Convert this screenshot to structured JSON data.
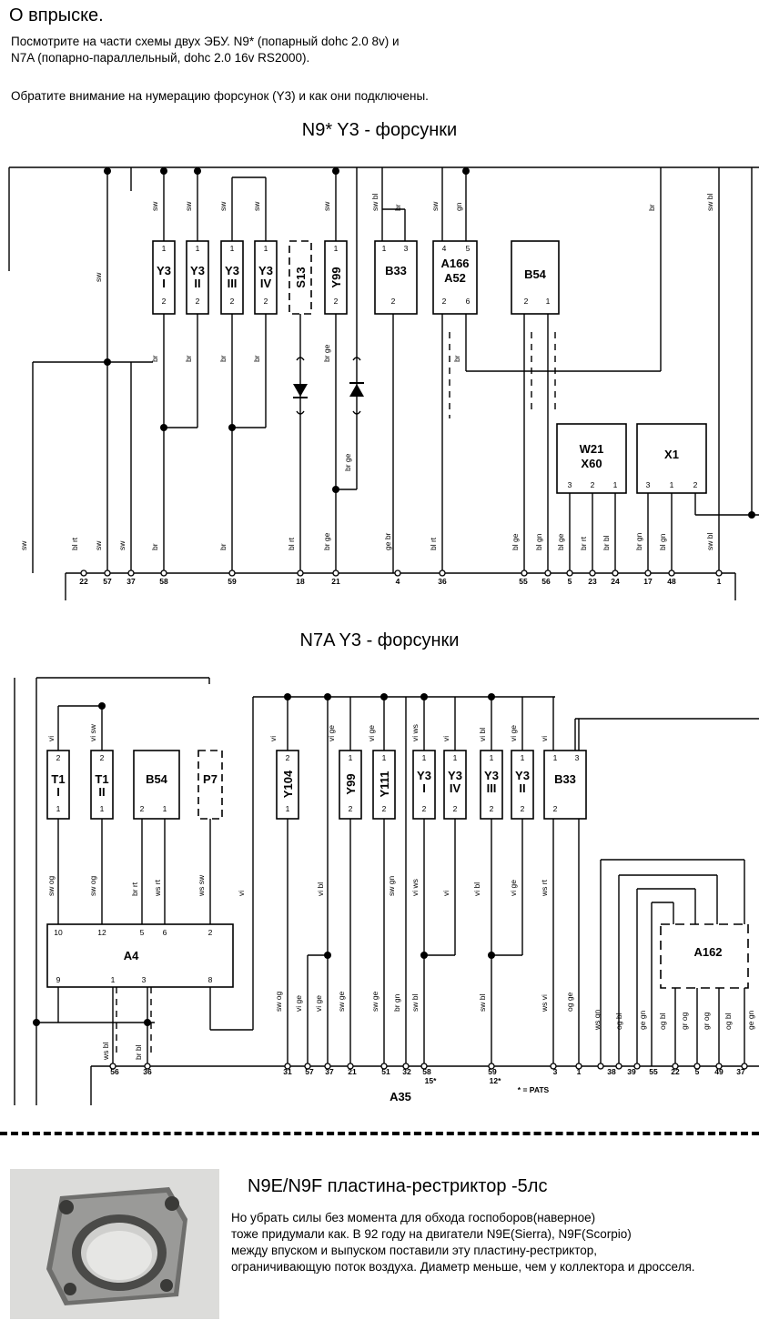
{
  "page": {
    "title": "О впрыске.",
    "intro_line1": "Посмотрите на части схемы двух ЭБУ.  N9* (попарный dohc 2.0 8v) и",
    "intro_line2": "N7A (попарно-параллельный, dohc 2.0 16v RS2000).",
    "intro_line3": "Обратите внимание на нумерацию форсунок (Y3) и как они подключены."
  },
  "diagram1": {
    "title": "N9*  Y3 - форсунки",
    "components": [
      {
        "label": "Y3\nI",
        "pins": [
          "1",
          "2"
        ]
      },
      {
        "label": "Y3\nII",
        "pins": [
          "1",
          "2"
        ]
      },
      {
        "label": "Y3\nIII",
        "pins": [
          "1",
          "2"
        ]
      },
      {
        "label": "Y3\nIV",
        "pins": [
          "1",
          "2"
        ]
      },
      {
        "label": "S13",
        "pins": []
      },
      {
        "label": "Y99",
        "pins": [
          "1",
          "2"
        ]
      },
      {
        "label": "B33",
        "pins": [
          "1",
          "3",
          "2"
        ]
      },
      {
        "label": "A166\nA52",
        "pins": [
          "4",
          "5",
          "2",
          "6"
        ]
      },
      {
        "label": "B54",
        "pins": [
          "2",
          "1"
        ]
      },
      {
        "label": "W21\nX60",
        "pins": [
          "3",
          "2",
          "1"
        ]
      },
      {
        "label": "X1",
        "pins": [
          "3",
          "1",
          "2"
        ]
      }
    ],
    "top_wire_labels": [
      "sw",
      "sw",
      "sw",
      "sw",
      "sw",
      "sw bl",
      "br",
      "sw",
      "gn",
      "br",
      "sw bl"
    ],
    "mid_wire_labels": [
      "sw",
      "br",
      "br",
      "br",
      "br",
      "br ge",
      "br",
      "br ge"
    ],
    "bottom_wire_labels": [
      "sw",
      "bl rt",
      "sw",
      "sw",
      "br",
      "br",
      "bl rt",
      "br ge",
      "ge br",
      "bl rt",
      "bl ge",
      "bl gn",
      "bl ge",
      "br rt",
      "br bl",
      "br gn",
      "bl gn",
      "sw bl"
    ],
    "connector_pins": [
      "22",
      "57",
      "37",
      "58",
      "59",
      "18",
      "21",
      "4",
      "36",
      "55",
      "56",
      "5",
      "23",
      "24",
      "17",
      "48",
      "1"
    ]
  },
  "diagram2": {
    "title": "N7A Y3 - форсунки",
    "components": [
      {
        "label": "T1\nI",
        "pins": [
          "2",
          "1"
        ]
      },
      {
        "label": "T1\nII",
        "pins": [
          "2",
          "1"
        ]
      },
      {
        "label": "B54",
        "pins": [
          "2",
          "1"
        ]
      },
      {
        "label": "P7",
        "pins": []
      },
      {
        "label": "Y104",
        "pins": [
          "2",
          "1"
        ]
      },
      {
        "label": "Y99",
        "pins": [
          "1",
          "2"
        ]
      },
      {
        "label": "Y111",
        "pins": [
          "1",
          "2"
        ]
      },
      {
        "label": "Y3\nI",
        "pins": [
          "1",
          "2"
        ]
      },
      {
        "label": "Y3\nIV",
        "pins": [
          "1",
          "2"
        ]
      },
      {
        "label": "Y3\nIII",
        "pins": [
          "1",
          "2"
        ]
      },
      {
        "label": "Y3\nII",
        "pins": [
          "1",
          "2"
        ]
      },
      {
        "label": "B33",
        "pins": [
          "1",
          "3",
          "2"
        ]
      },
      {
        "label": "A4",
        "pins": [
          "10",
          "12",
          "5",
          "6",
          "2",
          "9",
          "1",
          "3",
          "8"
        ]
      },
      {
        "label": "A162",
        "pins": []
      }
    ],
    "top_wire_labels": [
      "vi",
      "vi sw",
      "vi",
      "vi ge",
      "vi ge",
      "vi ws",
      "vi",
      "vi bl",
      "vi ge",
      "vi"
    ],
    "mid_wire_labels": [
      "sw og",
      "sw og",
      "br rt",
      "ws rt",
      "ws sw",
      "vi",
      "vi bl",
      "sw gn",
      "vi ws",
      "vi",
      "vi bl",
      "vi ge",
      "ws rt"
    ],
    "bottom_wire_labels": [
      "ws bl",
      "br bl",
      "sw og",
      "vi ge",
      "vi ge",
      "sw ge",
      "sw ge",
      "br gn",
      "sw bl",
      "sw bl",
      "ws vi",
      "og ge",
      "ws gn",
      "og bl",
      "ge gn",
      "og bl",
      "gr og",
      "gr og",
      "og bl",
      "ge gn"
    ],
    "connector_pins": [
      "56",
      "36",
      "31",
      "57",
      "37",
      "21",
      "51",
      "32",
      "58",
      "59",
      "3",
      "1",
      "38",
      "39",
      "55",
      "22",
      "5",
      "49",
      "37"
    ],
    "connector_notes": [
      "15*",
      "12*"
    ],
    "connector_label": "A35",
    "footnote": "* = PATS"
  },
  "bottom": {
    "heading": "N9E/N9F пластина-рестриктор -5лс",
    "line1": "Но убрать силы без момента для обхода госпоборов(наверное)",
    "line2": "тоже придумали как. В 92 году на двигатели N9E(Sierra), N9F(Scorpio)",
    "line3": "между впуском и выпуском поставили эту пластину-рестриктор,",
    "line4": "ограничивающую поток воздуха. Диаметр меньше, чем у коллектора и дросселя."
  }
}
